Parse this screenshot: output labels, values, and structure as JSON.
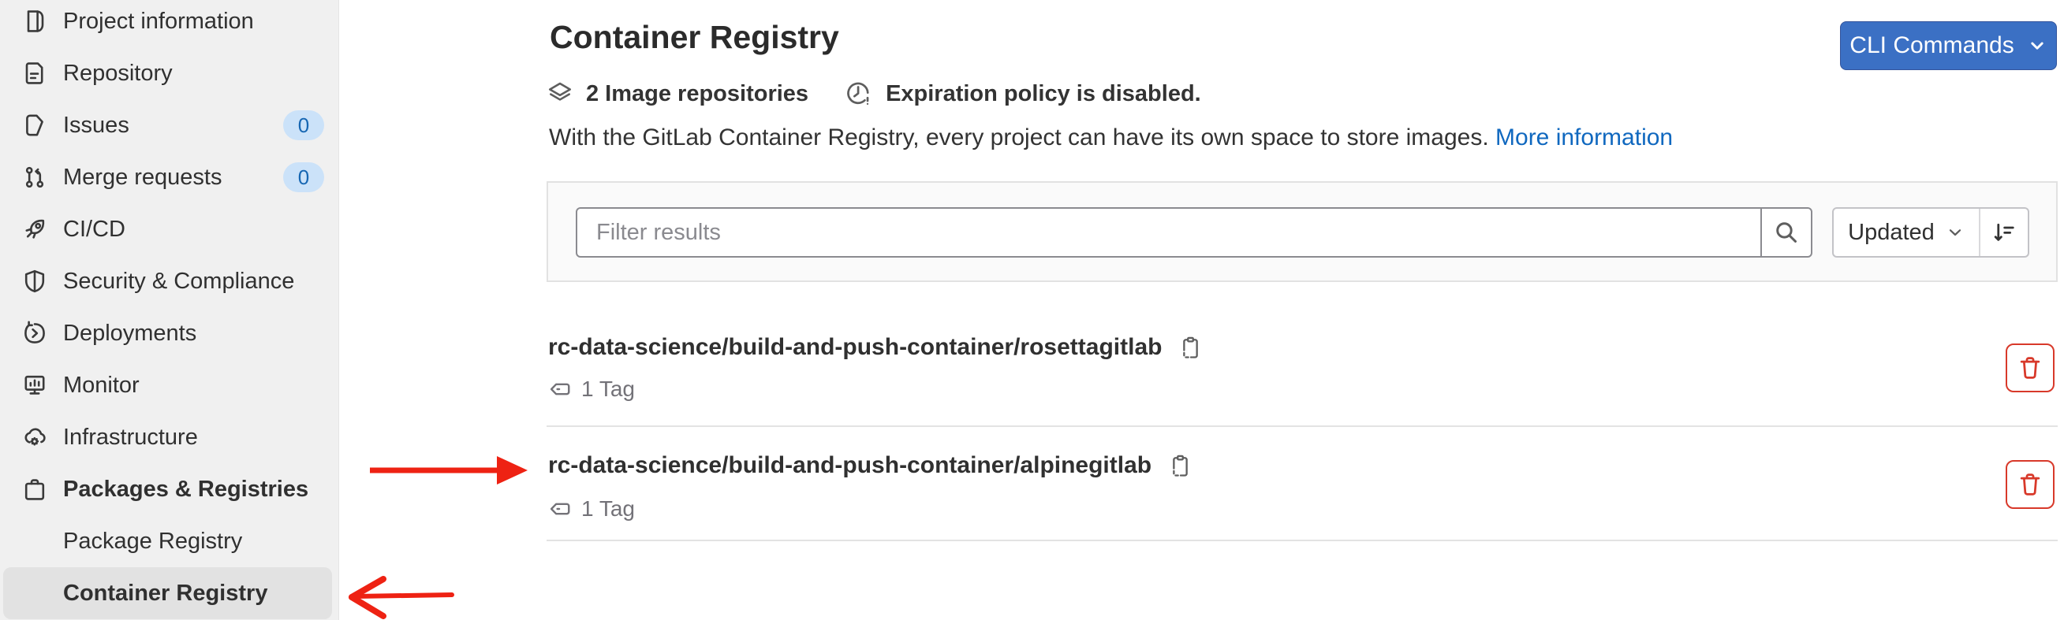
{
  "sidebar": {
    "items": [
      {
        "label": "Project information",
        "icon": "book-icon"
      },
      {
        "label": "Repository",
        "icon": "document-icon"
      },
      {
        "label": "Issues",
        "icon": "issues-icon",
        "badge": "0"
      },
      {
        "label": "Merge requests",
        "icon": "merge-request-icon",
        "badge": "0"
      },
      {
        "label": "CI/CD",
        "icon": "rocket-icon"
      },
      {
        "label": "Security & Compliance",
        "icon": "shield-icon"
      },
      {
        "label": "Deployments",
        "icon": "deployments-icon"
      },
      {
        "label": "Monitor",
        "icon": "monitor-icon"
      },
      {
        "label": "Infrastructure",
        "icon": "cloud-gear-icon"
      },
      {
        "label": "Packages & Registries",
        "icon": "package-icon"
      },
      {
        "label": "Package Registry"
      },
      {
        "label": "Container Registry"
      }
    ],
    "active_item": "Container Registry"
  },
  "header": {
    "title": "Container Registry",
    "cli_button_label": "CLI Commands",
    "repo_count_text": "2 Image repositories",
    "expiration_text": "Expiration policy is disabled.",
    "description": "With the GitLab Container Registry, every project can have its own space to store images.",
    "more_info_link": "More information"
  },
  "filter_bar": {
    "placeholder": "Filter results",
    "sort_field_label": "Updated"
  },
  "repositories": [
    {
      "name": "rc-data-science/build-and-push-container/rosettagitlab",
      "tags_text": "1 Tag"
    },
    {
      "name": "rc-data-science/build-and-push-container/alpinegitlab",
      "tags_text": "1 Tag"
    }
  ],
  "icons": {
    "search": "magnifier",
    "sort_direction": "sort-descending",
    "copy": "copy-to-clipboard",
    "tag": "tag-label",
    "delete": "trash-can",
    "cli_chevron": "chevron-down",
    "repo_count": "layers",
    "expiration": "clock-expire"
  },
  "colors": {
    "primary_button_blue": "#3b70c4",
    "link_blue": "#1068bf",
    "badge_bg": "#cbe2f9",
    "badge_text": "#1767b3",
    "danger_red": "#d8392a",
    "annotation_arrow_red": "#ee2213",
    "sidebar_bg": "#f0f0f0",
    "active_item_bg": "#e2e2e2"
  }
}
